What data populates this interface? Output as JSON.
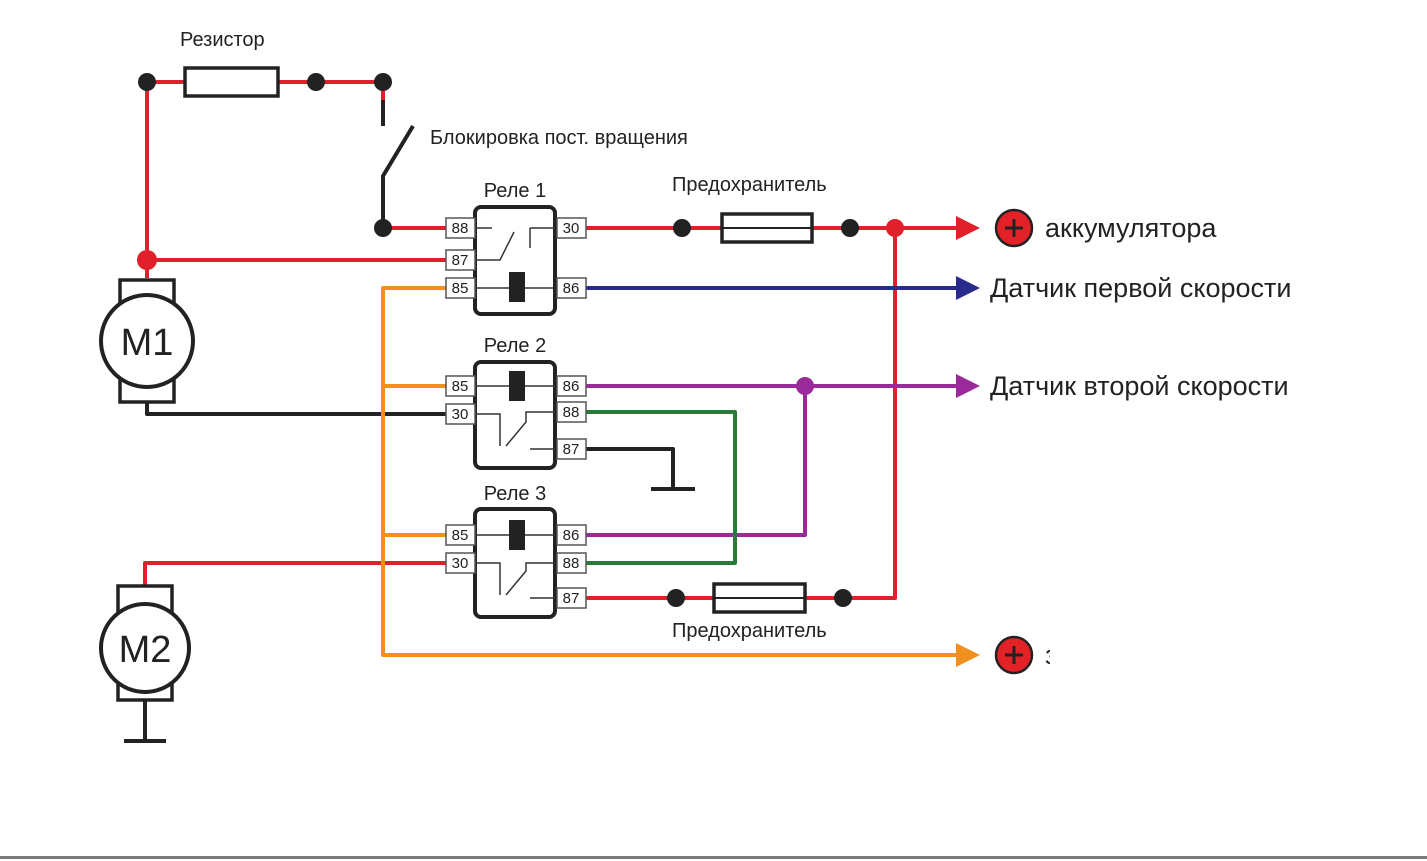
{
  "colors": {
    "red": "#e0202a",
    "black": "#222222",
    "orange": "#f0901e",
    "navy": "#2a2a8a",
    "purple": "#9a2a9a",
    "green": "#2a7a3a",
    "plus_fill": "#e32228"
  },
  "labels": {
    "resistor": "Резистор",
    "lock_switch": "Блокировка пост. вращения",
    "fuse_top": "Предохранитель",
    "fuse_bottom": "Предохранитель",
    "battery": "аккумулятора",
    "sensor1": "Датчик первой скорости",
    "sensor2": "Датчик второй скорости",
    "ignition_cut": "з"
  },
  "motors": {
    "m1": "M1",
    "m2": "M2"
  },
  "relays": [
    {
      "title": "Реле 1",
      "left_pins": [
        "88",
        "87",
        "85"
      ],
      "right_pins": [
        "30",
        "86"
      ]
    },
    {
      "title": "Реле 2",
      "left_pins": [
        "85",
        "30"
      ],
      "right_pins": [
        "86",
        "88",
        "87"
      ]
    },
    {
      "title": "Реле 3",
      "left_pins": [
        "85",
        "30"
      ],
      "right_pins": [
        "86",
        "88",
        "87"
      ]
    }
  ]
}
